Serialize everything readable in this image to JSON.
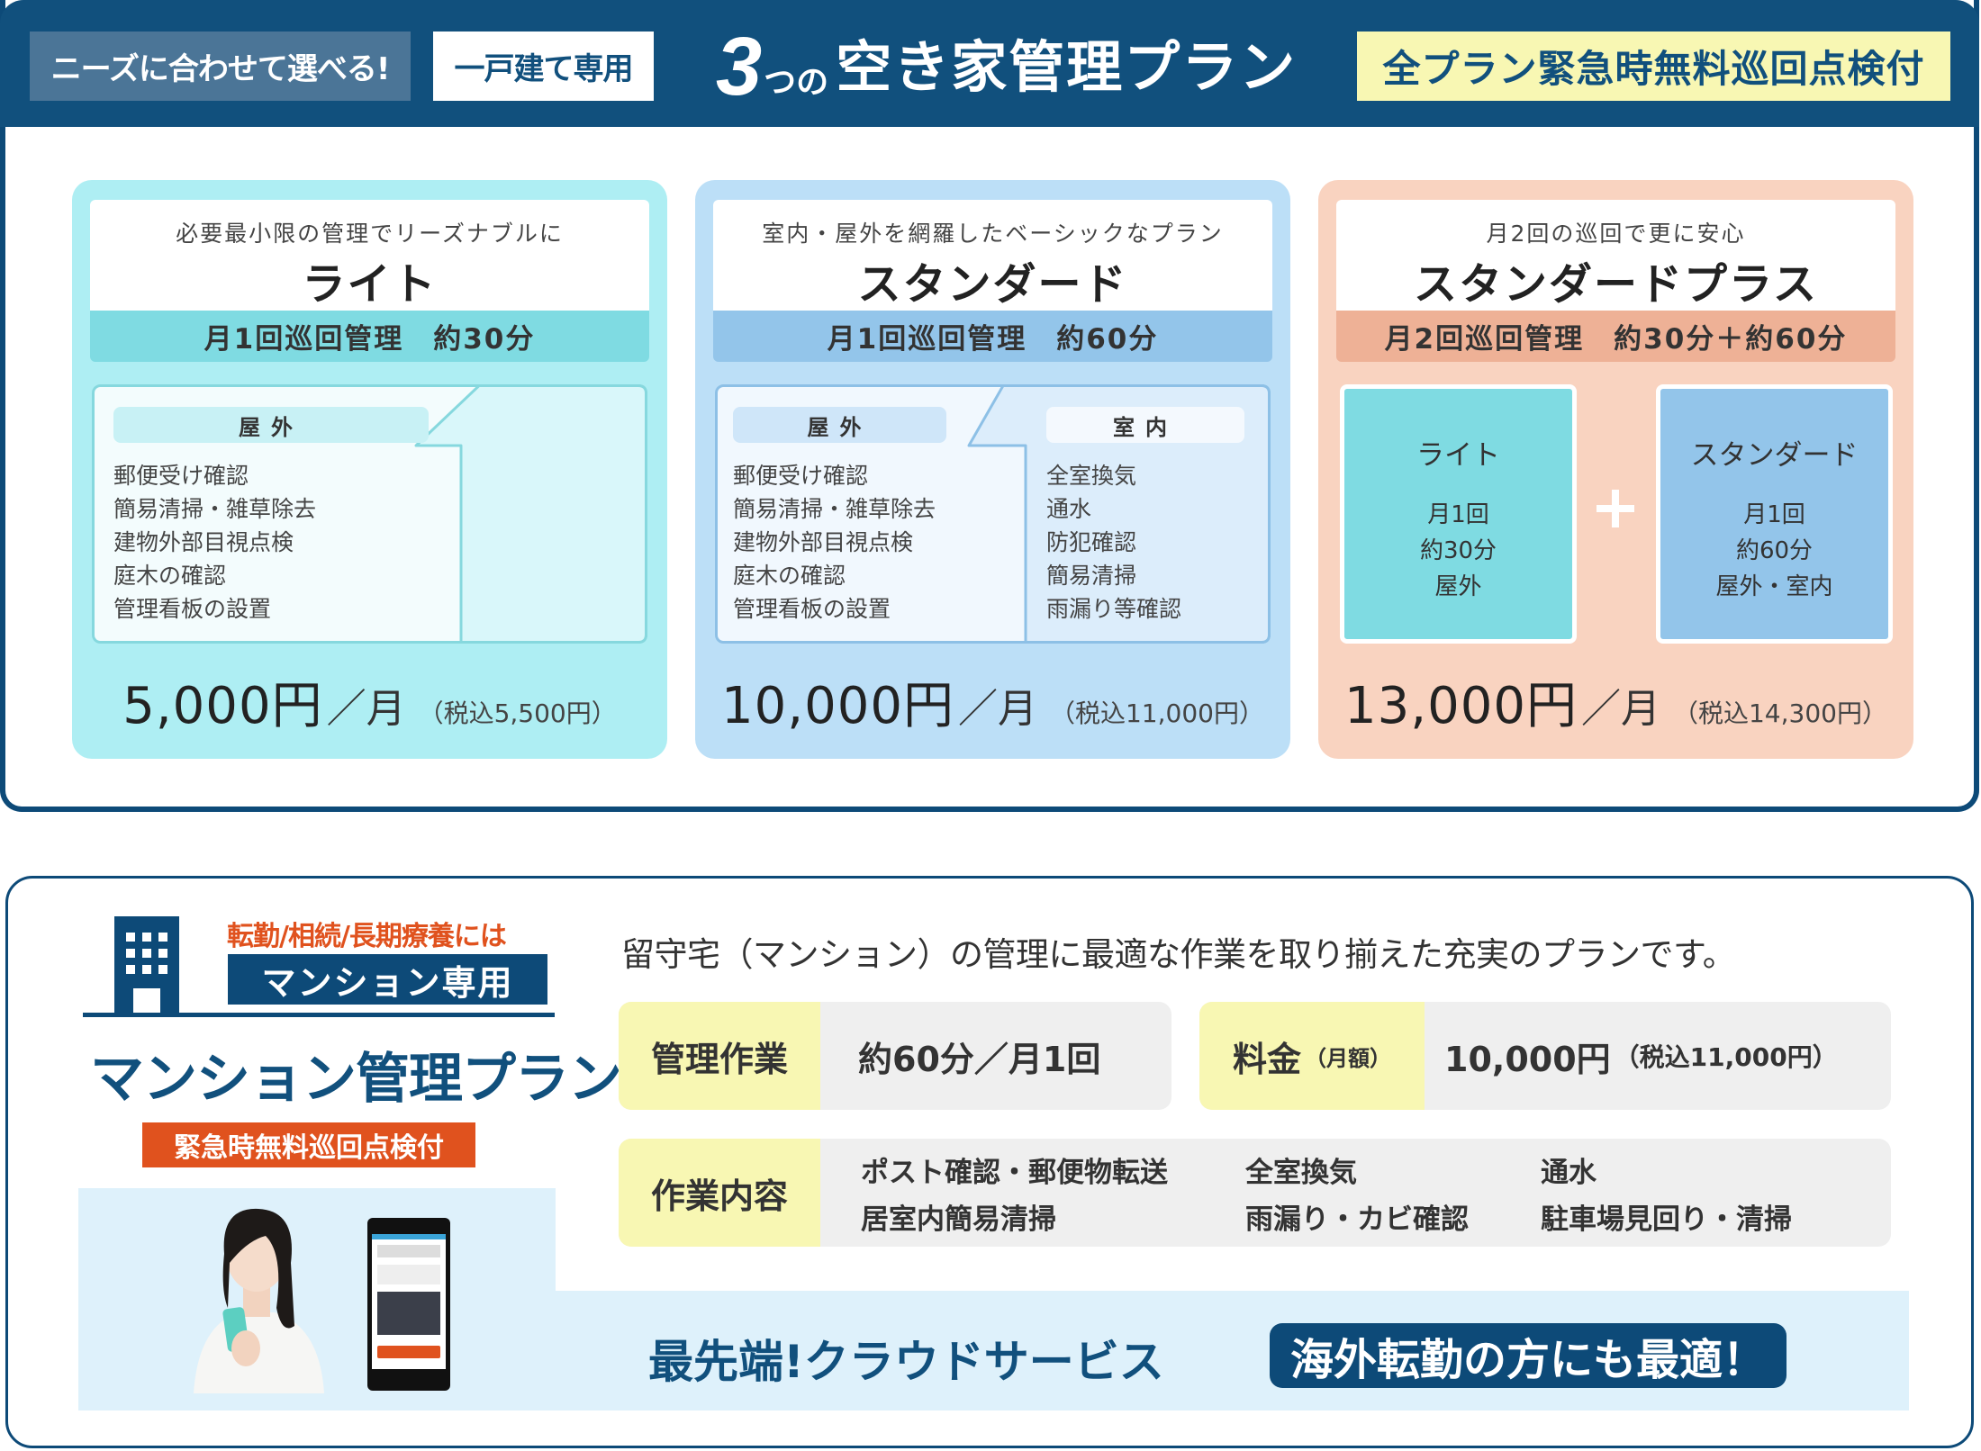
{
  "header": {
    "needs_badge": "ニーズに合わせて選べる!",
    "house_badge": "一戸建て専用",
    "title_number": "3",
    "title_small": "つの",
    "title_main": "空き家管理プラン",
    "free_badge": "全プラン緊急時無料巡回点検付"
  },
  "colors": {
    "navy": "#0d4a78",
    "header_bg": "#11507d",
    "accent_orange": "#e0521e",
    "yellow": "#f8f7b3",
    "light_card": "#aeeef3",
    "standard_card": "#bcdff7",
    "plus_card": "#f9d3c0"
  },
  "plans": [
    {
      "tagline": "必要最小限の管理でリーズナブルに",
      "name": "ライト",
      "schedule": "月1回巡回管理　約30分",
      "outdoor_label": "屋外",
      "outdoor_items": [
        "郵便受け確認",
        "簡易清掃・雑草除去",
        "建物外部目視点検",
        "庭木の確認",
        "管理看板の設置"
      ],
      "price": "5,000円",
      "per": "／月",
      "tax": "（税込5,500円）"
    },
    {
      "tagline": "室内・屋外を網羅したベーシックなプラン",
      "name": "スタンダード",
      "schedule": "月1回巡回管理　約60分",
      "outdoor_label": "屋外",
      "outdoor_items": [
        "郵便受け確認",
        "簡易清掃・雑草除去",
        "建物外部目視点検",
        "庭木の確認",
        "管理看板の設置"
      ],
      "indoor_label": "室内",
      "indoor_items": [
        "全室換気",
        "通水",
        "防犯確認",
        "簡易清掃",
        "雨漏り等確認"
      ],
      "price": "10,000円",
      "per": "／月",
      "tax": "（税込11,000円）"
    },
    {
      "tagline": "月2回の巡回で更に安心",
      "name": "スタンダードプラス",
      "schedule": "月2回巡回管理　約30分＋約60分",
      "combo": [
        {
          "name": "ライト",
          "freq": "月1回",
          "duration": "約30分",
          "scope": "屋外"
        },
        {
          "name": "スタンダード",
          "freq": "月1回",
          "duration": "約60分",
          "scope": "屋外・室内"
        }
      ],
      "plus_icon": "plus-icon",
      "price": "13,000円",
      "per": "／月",
      "tax": "（税込14,300円）"
    }
  ],
  "mansion": {
    "reason": "転勤/相続/長期療養には",
    "only_label": "マンション専用",
    "title": "マンション管理プラン",
    "emergency_badge": "緊急時無料巡回点検付",
    "intro": "留守宅（マンション）の管理に最適な作業を取り揃えた充実のプランです。",
    "work_label": "管理作業",
    "work_value": "約60分／月1回",
    "fee_label": "料金",
    "fee_label_sub": "（月額）",
    "fee_value": "10,000円",
    "fee_tax": "（税込11,000円）",
    "tasks_label": "作業内容",
    "tasks": [
      "ポスト確認・郵便物転送",
      "居室内簡易清掃",
      "全室換気",
      "雨漏り・カビ確認",
      "通水",
      "駐車場見回り・清掃"
    ],
    "cloud_text": "最先端!クラウドサービス",
    "overseas_badge": "海外転勤の方にも最適！",
    "icons": {
      "building": "building-icon",
      "woman": "woman-with-smartphone-photo",
      "phone": "smartphone-app-screenshot"
    }
  }
}
